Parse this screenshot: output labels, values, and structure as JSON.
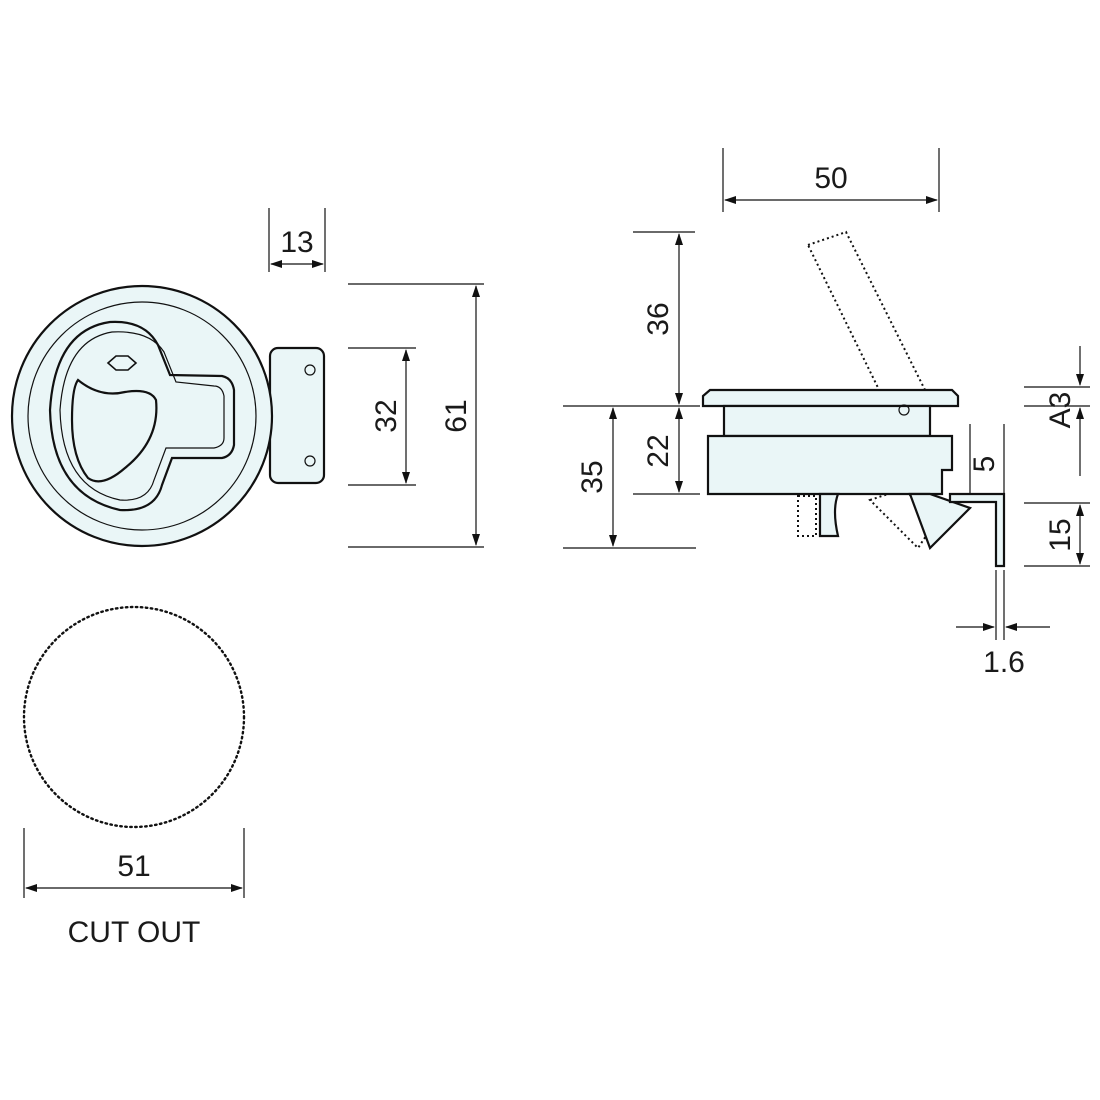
{
  "dimensions": {
    "d13": "13",
    "d32": "32",
    "d61": "61",
    "d50": "50",
    "d36": "36",
    "d35": "35",
    "d22": "22",
    "d5": "5",
    "dA3": "A3",
    "d15": "15",
    "d1_6": "1.6",
    "d51": "51"
  },
  "captions": {
    "cutout": "CUT OUT"
  },
  "colors": {
    "part_fill": "#eaf6f7",
    "ink": "#111111"
  }
}
